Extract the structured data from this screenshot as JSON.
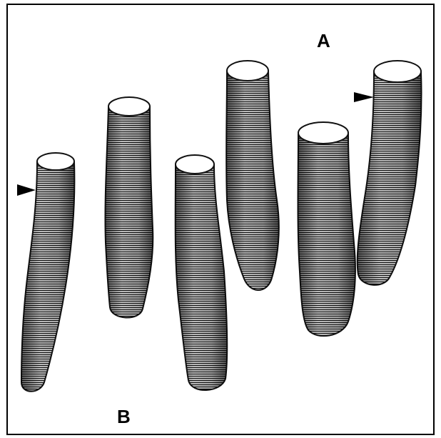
{
  "figure": {
    "labels": {
      "top_right": "A",
      "bottom_left": "B"
    },
    "cylinders": [
      {
        "id": "c1",
        "has_arrow": true
      },
      {
        "id": "c2",
        "has_arrow": false
      },
      {
        "id": "c3",
        "has_arrow": false
      },
      {
        "id": "c4",
        "has_arrow": false
      },
      {
        "id": "c5",
        "has_arrow": false
      },
      {
        "id": "c6",
        "has_arrow": true
      }
    ],
    "colors": {
      "line": "#111111",
      "body": "#7a7a7a",
      "cap": "#ffffff",
      "frame": "#000000"
    }
  }
}
